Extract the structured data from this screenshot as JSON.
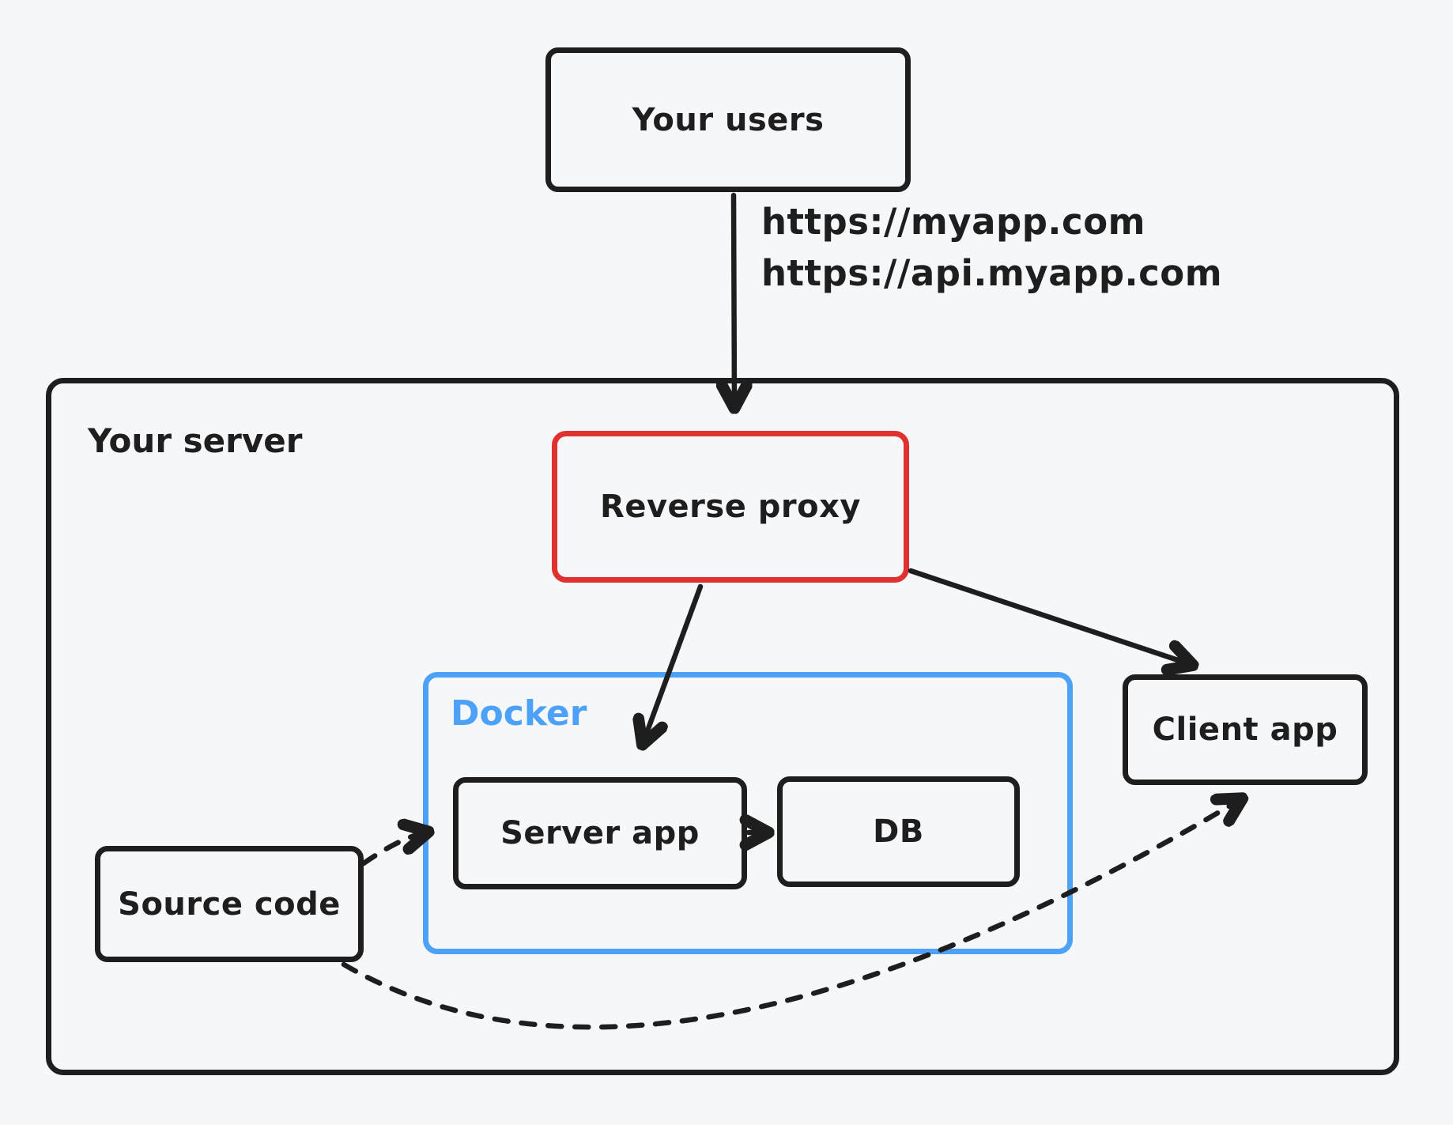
{
  "diagram": {
    "title_hint": "Server architecture diagram",
    "colors": {
      "background": "#f6f7f9",
      "ink": "#1e1e1e",
      "reverse_proxy_accent": "#e03131",
      "docker_accent": "#4da2f7"
    },
    "nodes": {
      "your_users": "Your users",
      "your_server": "Your server",
      "reverse_proxy": "Reverse proxy",
      "docker": "Docker",
      "server_app": "Server app",
      "db": "DB",
      "client_app": "Client app",
      "source_code": "Source code"
    },
    "request_urls": {
      "line1": "https://myapp.com",
      "line2": "https://api.myapp.com"
    },
    "edges": [
      {
        "from": "your_users",
        "to": "reverse_proxy",
        "style": "solid",
        "label": "https://myapp.com / https://api.myapp.com"
      },
      {
        "from": "reverse_proxy",
        "to": "server_app",
        "style": "solid",
        "label": ""
      },
      {
        "from": "reverse_proxy",
        "to": "client_app",
        "style": "solid",
        "label": ""
      },
      {
        "from": "server_app",
        "to": "db",
        "style": "solid",
        "label": ""
      },
      {
        "from": "source_code",
        "to": "server_app",
        "style": "dashed",
        "label": ""
      },
      {
        "from": "source_code",
        "to": "client_app",
        "style": "dashed",
        "label": ""
      }
    ]
  }
}
